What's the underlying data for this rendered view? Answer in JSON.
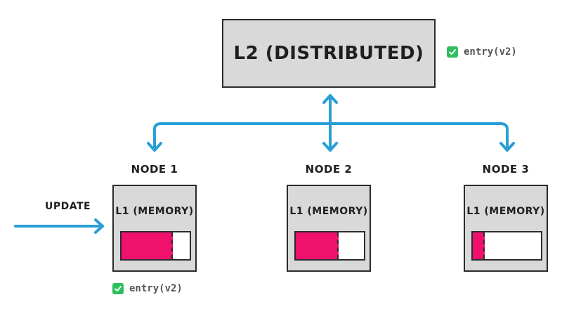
{
  "l2": {
    "label": "L2 (DISTRIBUTED)",
    "entry": "entry(v2)"
  },
  "update": {
    "label": "UPDATE"
  },
  "nodes": [
    {
      "label": "NODE 1",
      "cache_label": "L1 (MEMORY)",
      "fill": 0.75,
      "entry": "entry(v2)"
    },
    {
      "label": "NODE 2",
      "cache_label": "L1 (MEMORY)",
      "fill": 0.63
    },
    {
      "label": "NODE 3",
      "cache_label": "L1 (MEMORY)",
      "fill": 0.18
    }
  ],
  "colors": {
    "arrow": "#2a9fd6",
    "fill": "#f0116c",
    "box": "#d9d9d9",
    "check": "#2fbf5b"
  }
}
